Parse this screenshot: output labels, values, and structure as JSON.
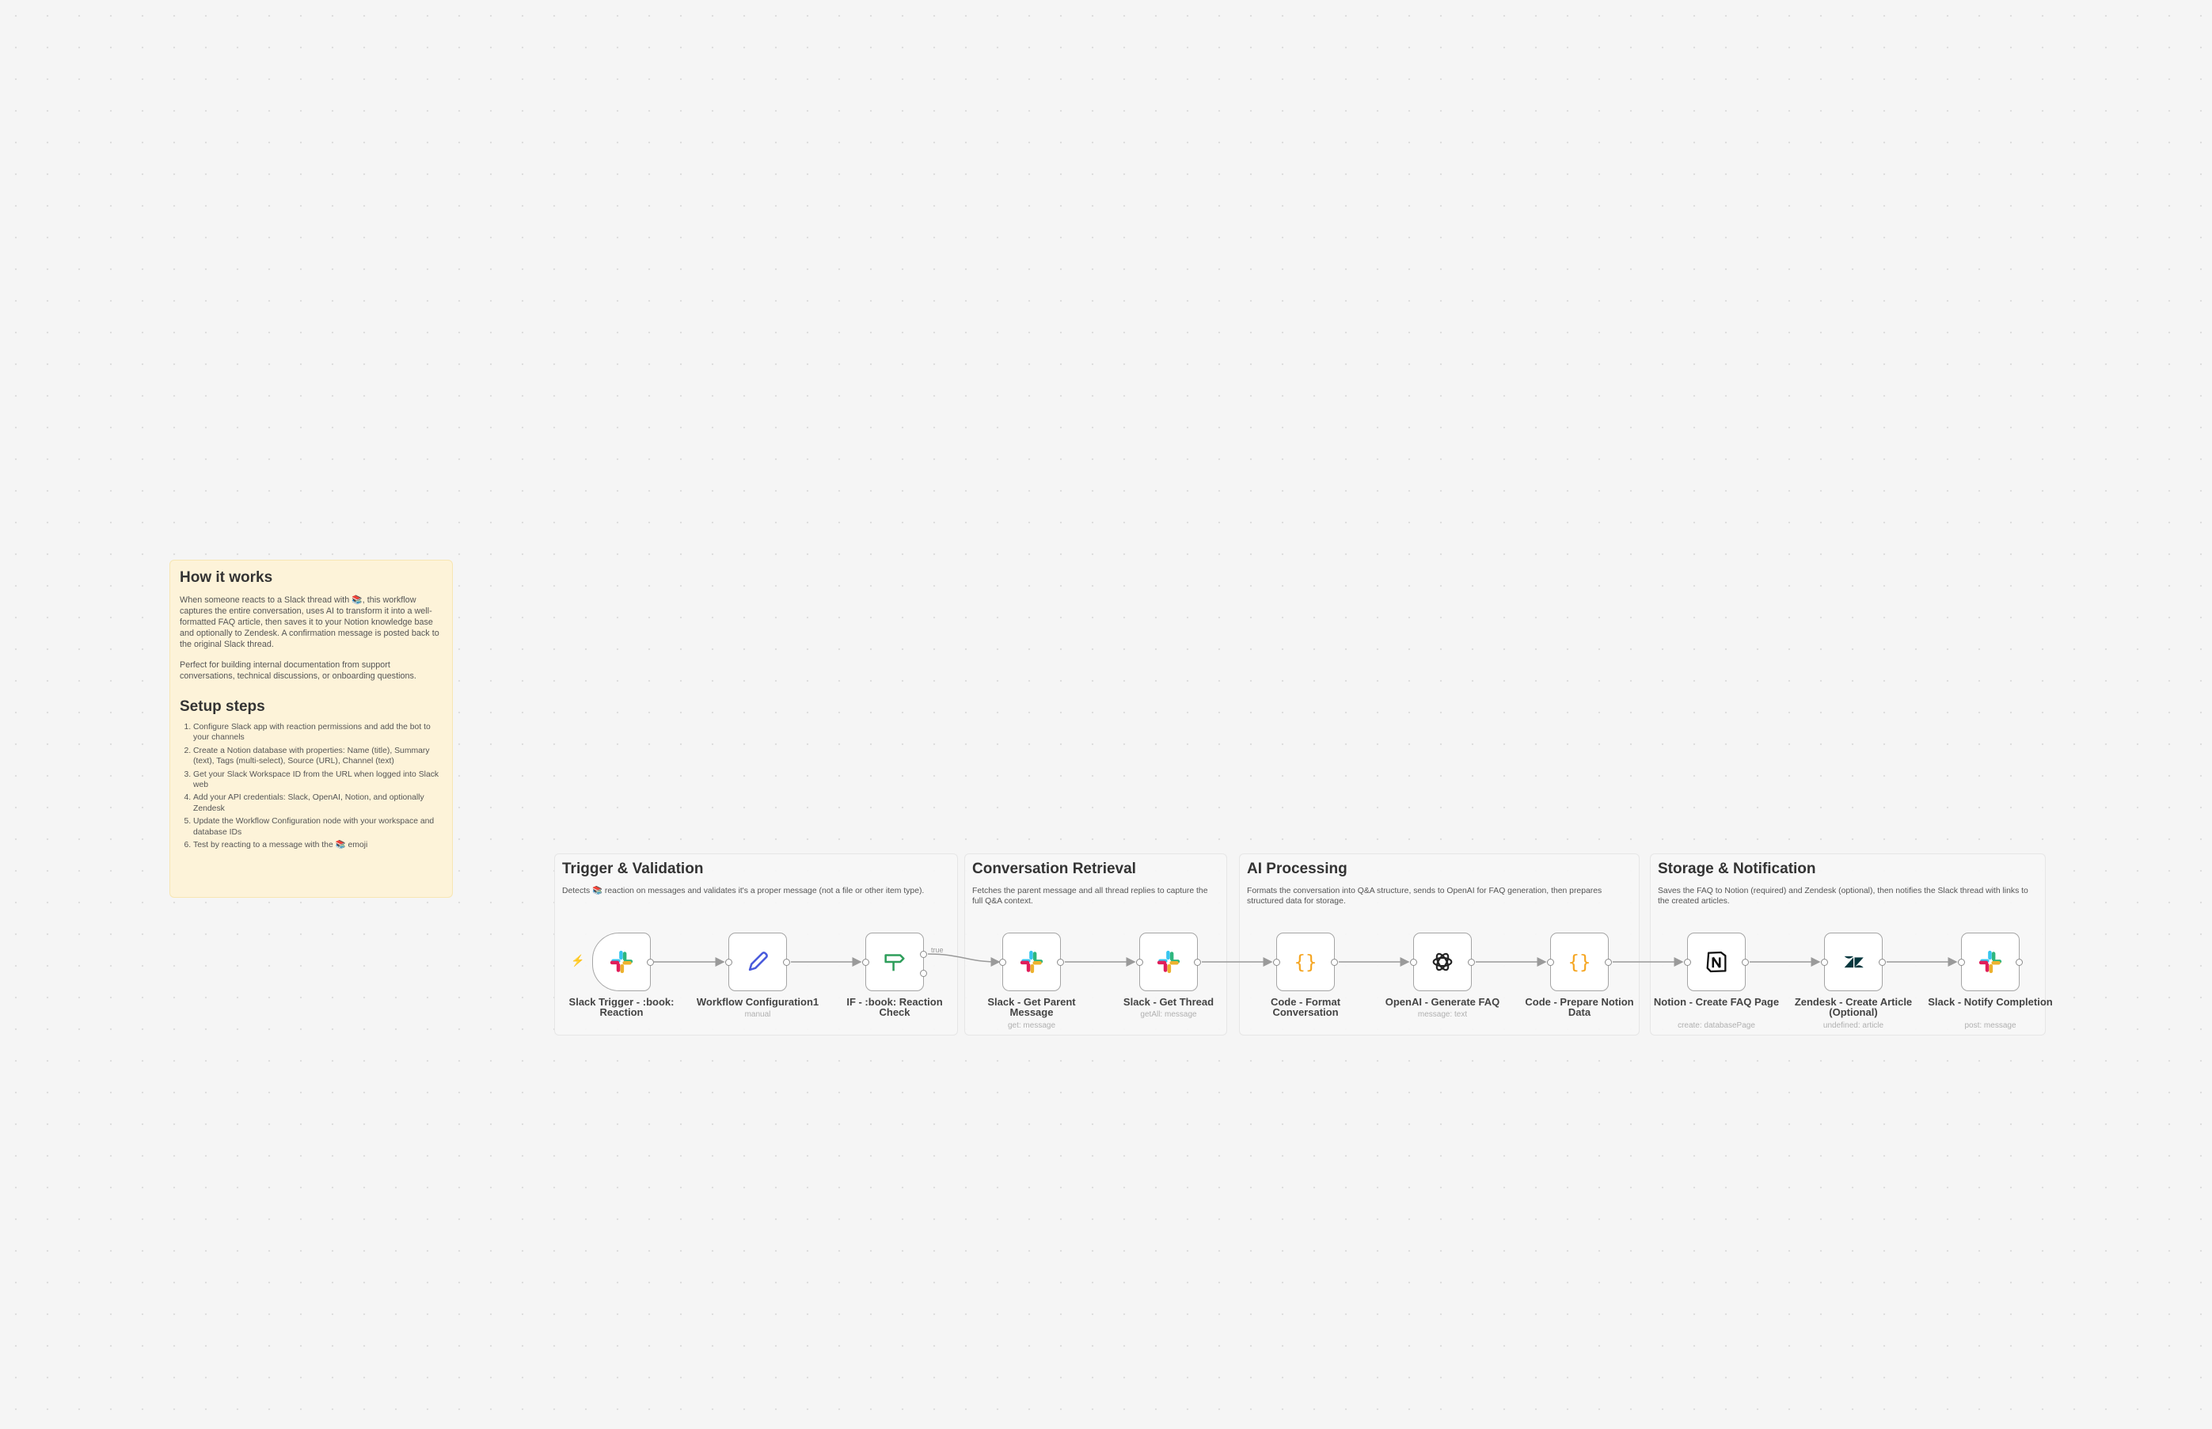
{
  "canvas": {
    "background_color": "#f5f5f5",
    "dot_color": "#dedede"
  },
  "notes": {
    "how_it_works": {
      "title": "How it works",
      "paragraph1": "When someone reacts to a Slack thread with 📚, this workflow captures the entire conversation, uses AI to transform it into a well-formatted FAQ article, then saves it to your Notion knowledge base and optionally to Zendesk. A confirmation message is posted back to the original Slack thread.",
      "paragraph2": "Perfect for building internal documentation from support conversations, technical discussions, or onboarding questions.",
      "setup_title": "Setup steps",
      "steps": [
        "Configure Slack app with reaction permissions and add the bot to your channels",
        "Create a Notion database with properties: Name (title), Summary (text), Tags (multi-select), Source (URL), Channel (text)",
        "Get your Slack Workspace ID from the URL when logged into Slack web",
        "Add your API credentials: Slack, OpenAI, Notion, and optionally Zendesk",
        "Update the Workflow Configuration node with your workspace and database IDs",
        "Test by reacting to a message with the 📚 emoji"
      ],
      "color": "#fdf3d9"
    },
    "groups": [
      {
        "title": "Trigger & Validation",
        "description": "Detects 📚 reaction on messages and validates it's a proper message (not a file or other item type)."
      },
      {
        "title": "Conversation Retrieval",
        "description": "Fetches the parent message and all thread replies to capture the full Q&A context."
      },
      {
        "title": "AI Processing",
        "description": "Formats the conversation into Q&A structure, sends to OpenAI for FAQ generation, then prepares structured data for storage."
      },
      {
        "title": "Storage & Notification",
        "description": "Saves the FAQ to Notion (required) and Zendesk (optional), then notifies the Slack thread with links to the created articles."
      }
    ]
  },
  "nodes": [
    {
      "label": "Slack Trigger - :book: Reaction",
      "sub": "",
      "icon": "slack-icon",
      "type": "trigger"
    },
    {
      "label": "Workflow Configuration1",
      "sub": "manual",
      "icon": "pencil-icon",
      "type": "set"
    },
    {
      "label": "IF - :book: Reaction Check",
      "sub": "",
      "icon": "signpost-icon",
      "type": "if",
      "true_label": "true"
    },
    {
      "label": "Slack - Get Parent Message",
      "sub": "get: message",
      "icon": "slack-icon",
      "type": "slack"
    },
    {
      "label": "Slack - Get Thread",
      "sub": "getAll: message",
      "icon": "slack-icon",
      "type": "slack"
    },
    {
      "label": "Code - Format Conversation",
      "sub": "",
      "icon": "code-braces-icon",
      "type": "code"
    },
    {
      "label": "OpenAI - Generate FAQ",
      "sub": "message: text",
      "icon": "openai-icon",
      "type": "openai"
    },
    {
      "label": "Code - Prepare Notion Data",
      "sub": "",
      "icon": "code-braces-icon",
      "type": "code"
    },
    {
      "label": "Notion - Create FAQ Page",
      "sub": "create: databasePage",
      "icon": "notion-icon",
      "type": "notion"
    },
    {
      "label": "Zendesk - Create Article (Optional)",
      "sub": "undefined: article",
      "icon": "zendesk-icon",
      "type": "zendesk"
    },
    {
      "label": "Slack - Notify Completion",
      "sub": "post: message",
      "icon": "slack-icon",
      "type": "slack"
    }
  ],
  "colors": {
    "slack": [
      "#36C5F0",
      "#2EB67D",
      "#ECB22E",
      "#E01E5A"
    ],
    "code_braces": "#f5a623",
    "if_green": "#2e9e5b",
    "pencil_blue": "#4a5bdc",
    "trigger_bolt": "#ff5a5a"
  }
}
